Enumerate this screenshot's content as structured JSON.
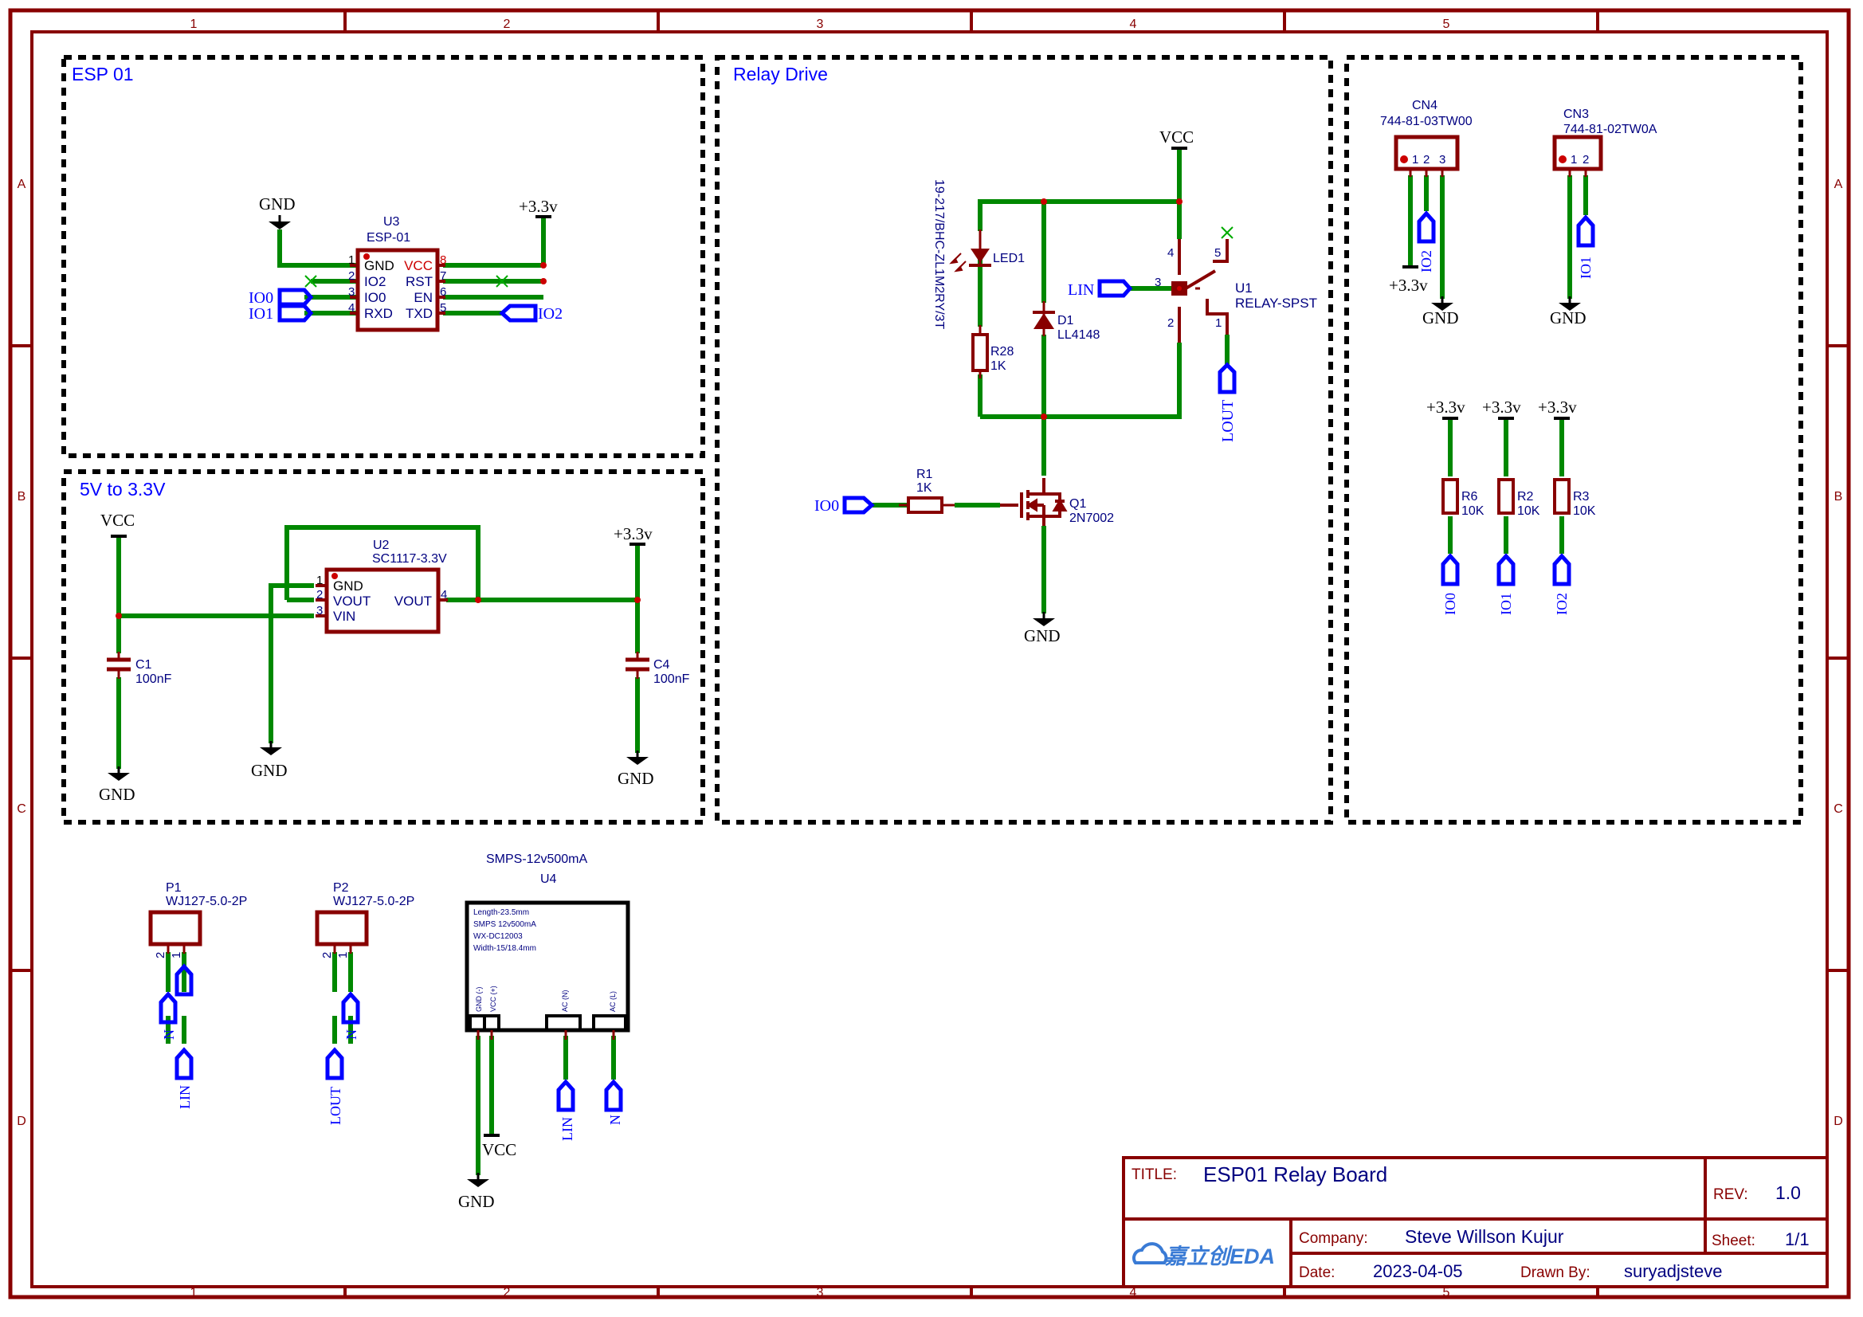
{
  "frame": {
    "col_labels": [
      "1",
      "2",
      "3",
      "4",
      "5"
    ],
    "row_labels": [
      "A",
      "B",
      "C",
      "D"
    ]
  },
  "sections": {
    "esp01": "ESP 01",
    "relay": "Relay Drive",
    "regulator": "5V to 3.3V"
  },
  "nets": {
    "gnd": "GND",
    "vcc": "VCC",
    "v33": "+3.3v",
    "io0": "IO0",
    "io1": "IO1",
    "io2": "IO2",
    "lin": "LIN",
    "lout": "LOUT",
    "n": "N"
  },
  "u3": {
    "ref": "U3",
    "value": "ESP-01",
    "pins_left": [
      "GND",
      "IO2",
      "IO0",
      "RXD"
    ],
    "pins_right": [
      "VCC",
      "RST",
      "EN",
      "TXD"
    ],
    "nums_left": [
      "1",
      "2",
      "3",
      "4"
    ],
    "nums_right": [
      "8",
      "7",
      "6",
      "5"
    ]
  },
  "u2": {
    "ref": "U2",
    "value": "SC1117-3.3V",
    "pins_left": [
      "GND",
      "VOUT",
      "VIN"
    ],
    "pin_right": "VOUT",
    "nums_left": [
      "1",
      "2",
      "3"
    ],
    "num_right": "4"
  },
  "c1": {
    "ref": "C1",
    "value": "100nF"
  },
  "c4": {
    "ref": "C4",
    "value": "100nF"
  },
  "led1": {
    "ref": "LED1",
    "part": "19-217/BHC-ZL1M2RY/3T"
  },
  "d1": {
    "ref": "D1",
    "value": "LL4148"
  },
  "r28": {
    "ref": "R28",
    "value": "1K"
  },
  "r1": {
    "ref": "R1",
    "value": "1K"
  },
  "q1": {
    "ref": "Q1",
    "value": "2N7002"
  },
  "u1": {
    "ref": "U1",
    "value": "RELAY-SPST",
    "pin_nums": [
      "4",
      "5",
      "3",
      "2",
      "1"
    ]
  },
  "cn4": {
    "ref": "CN4",
    "value": "744-81-03TW00",
    "pins": [
      "1",
      "2",
      "3"
    ]
  },
  "cn3": {
    "ref": "CN3",
    "value": "744-81-02TW0A",
    "pins": [
      "1",
      "2"
    ]
  },
  "r6": {
    "ref": "R6",
    "value": "10K"
  },
  "r2": {
    "ref": "R2",
    "value": "10K"
  },
  "r3": {
    "ref": "R3",
    "value": "10K"
  },
  "p1": {
    "ref": "P1",
    "value": "WJ127-5.0-2P",
    "pins": [
      "2",
      "1"
    ]
  },
  "p2": {
    "ref": "P2",
    "value": "WJ127-5.0-2P",
    "pins": [
      "2",
      "1"
    ]
  },
  "u4": {
    "title": "SMPS-12v500mA",
    "ref": "U4",
    "notes": [
      "Length-23.5mm",
      "SMPS 12v500mA",
      "WX-DC12003",
      "Width-15/18.4mm"
    ],
    "pins": [
      "GND (-)",
      "VCC (+)",
      "AC (N)",
      "AC (L)"
    ]
  },
  "titleblock": {
    "title_label": "TITLE:",
    "title": "ESP01 Relay Board",
    "rev_label": "REV:",
    "rev": "1.0",
    "company_label": "Company:",
    "company": "Steve Willson Kujur",
    "sheet_label": "Sheet:",
    "sheet": "1/1",
    "date_label": "Date:",
    "date": "2023-04-05",
    "drawn_label": "Drawn By:",
    "drawn_by": "suryadjsteve",
    "logo": "嘉立创EDA"
  },
  "colors": {
    "frame": "#880000",
    "wire": "#008800",
    "part": "#880000",
    "label": "#0000ff",
    "text_blue": "#000080",
    "dashed": "#000000"
  }
}
